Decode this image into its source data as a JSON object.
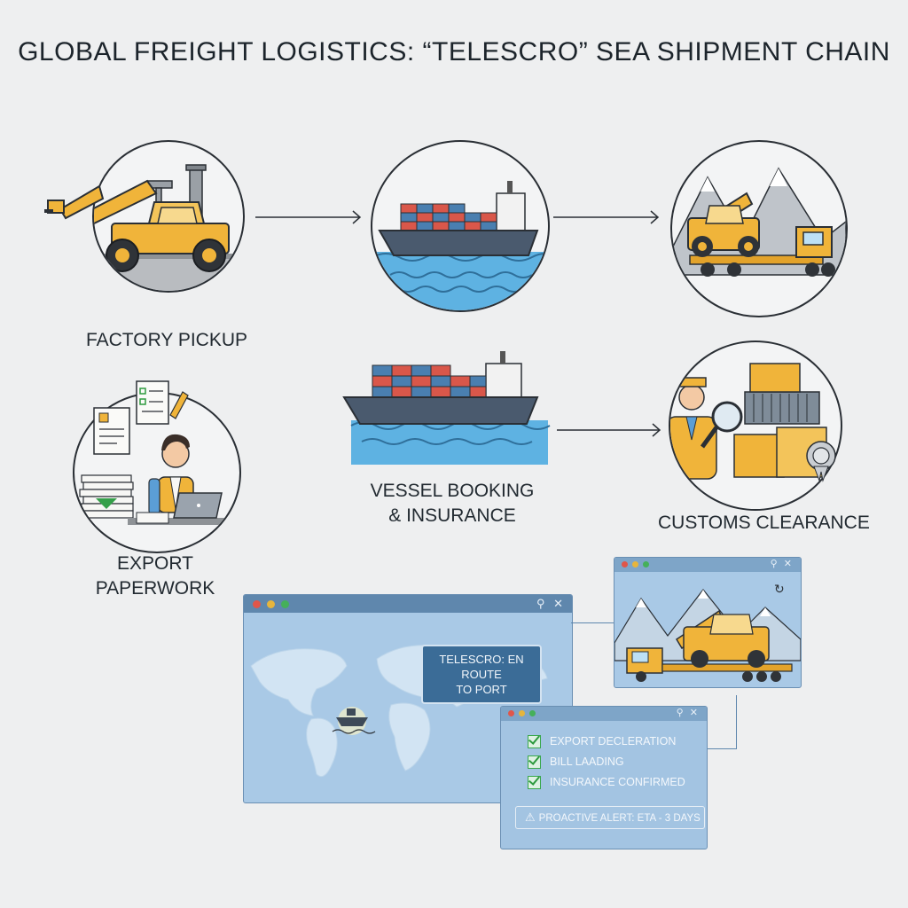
{
  "title": "GLOBAL FREIGHT LOGISTICS: “TELESCRO” SEA SHIPMENT CHAIN",
  "steps": {
    "factory_pickup": "FACTORY PICKUP",
    "export_paperwork_line1": "EXPORT",
    "export_paperwork_line2": "PAPERWORK",
    "vessel_booking_line1": "VESSEL BOOKING",
    "vessel_booking_line2": "& INSURANCE",
    "customs_clearance": "CUSTOMS CLEARANCE"
  },
  "map_window": {
    "callout_line1": "TELESCRO: EN ROUTE",
    "callout_line2": "TO PORT"
  },
  "checklist_window": {
    "items": [
      "EXPORT DECLERATION",
      "BILL LAADING",
      "INSURANCE CONFIRMED"
    ],
    "alert": "PROACTIVE ALERT: ETA - 3 DAYS"
  },
  "colors": {
    "machine_yellow": "#f0b43a",
    "ship_hull": "#4a5a6e",
    "sea_blue": "#4aa3d8",
    "window_blue": "#a9c9e6",
    "window_bar": "#5f87ad",
    "check_green": "#2e9a3f"
  },
  "icons": [
    "search-icon",
    "close-icon",
    "refresh-icon",
    "warning-icon",
    "check-icon"
  ]
}
